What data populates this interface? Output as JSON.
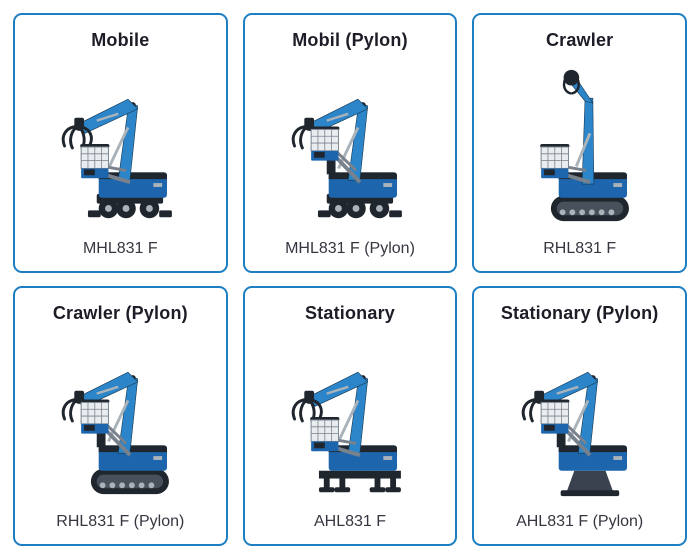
{
  "page": {
    "background": "#ffffff"
  },
  "colors": {
    "card_border": "#1d7fc2",
    "title_text": "#1d1d27",
    "model_text": "#363640",
    "machine_blue": "#1d66ad",
    "machine_blue_light": "#2b85c8",
    "machine_dark": "#20262e",
    "machine_gray": "#79828c",
    "machine_light_gray": "#aab2ba",
    "machine_steel": "#39424e",
    "cab_glass": "#e9edf0"
  },
  "cards": [
    {
      "title": "Mobile",
      "model": "MHL831 F",
      "machine": {
        "name": "mobile-wheeled-material-handler-icon",
        "base": "wheels",
        "pylon": false,
        "boom": "angled"
      }
    },
    {
      "title": "Mobil (Pylon)",
      "model": "MHL831 F (Pylon)",
      "machine": {
        "name": "mobile-pylon-material-handler-icon",
        "base": "wheels",
        "pylon": true,
        "boom": "angled"
      }
    },
    {
      "title": "Crawler",
      "model": "RHL831 F",
      "machine": {
        "name": "crawler-material-handler-icon",
        "base": "tracks",
        "pylon": false,
        "boom": "vertical"
      }
    },
    {
      "title": "Crawler (Pylon)",
      "model": "RHL831 F (Pylon)",
      "machine": {
        "name": "crawler-pylon-material-handler-icon",
        "base": "tracks",
        "pylon": true,
        "boom": "angled"
      }
    },
    {
      "title": "Stationary",
      "model": "AHL831 F",
      "machine": {
        "name": "stationary-material-handler-icon",
        "base": "feet",
        "pylon": false,
        "boom": "angled"
      }
    },
    {
      "title": "Stationary (Pylon)",
      "model": "AHL831 F (Pylon)",
      "machine": {
        "name": "stationary-pylon-material-handler-icon",
        "base": "pedestal",
        "pylon": true,
        "boom": "angled"
      }
    }
  ]
}
